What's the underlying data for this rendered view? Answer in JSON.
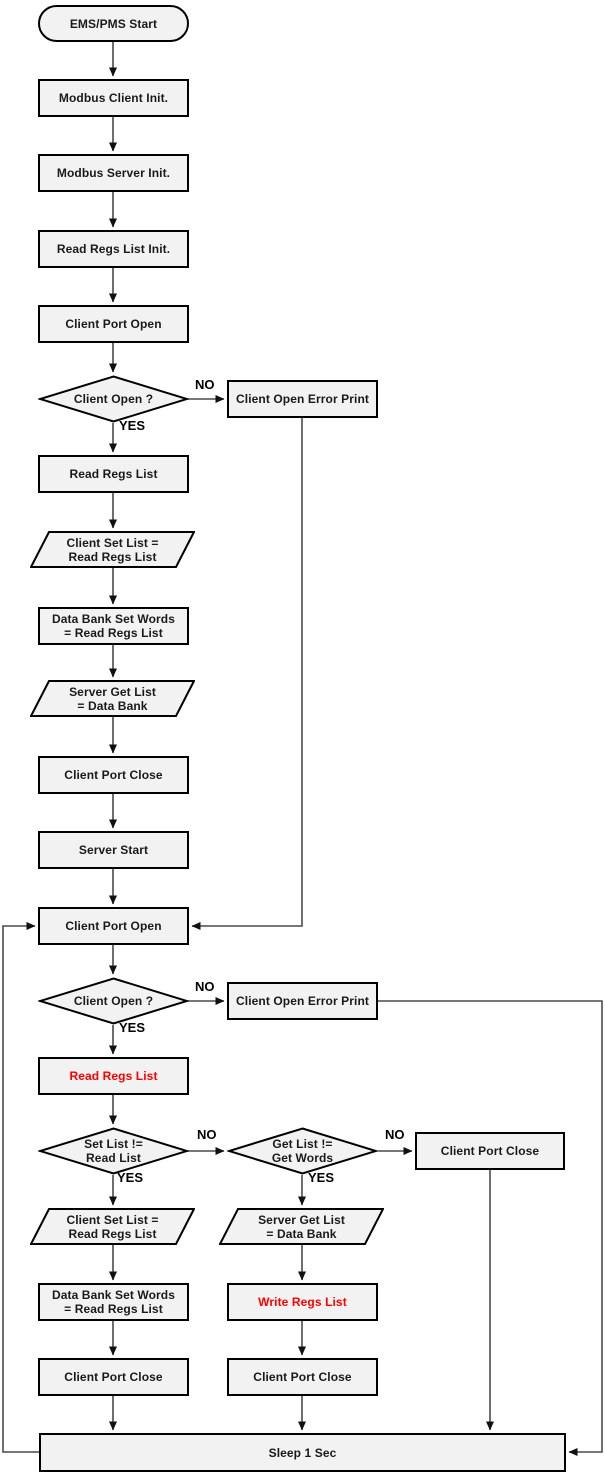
{
  "diagram": {
    "type": "flowchart",
    "colors": {
      "node_fill": "#f2f2f2",
      "node_border": "#000000",
      "text": "#000000",
      "highlight_text": "#ff0000",
      "connector": "#4a4a4a"
    },
    "labels": {
      "yes": "YES",
      "no": "NO"
    },
    "nodes": {
      "start": {
        "shape": "terminator",
        "label": "EMS/PMS Start"
      },
      "modbus_client_init": {
        "shape": "process",
        "label": "Modbus Client Init."
      },
      "modbus_server_init": {
        "shape": "process",
        "label": "Modbus Server Init."
      },
      "read_regs_list_init": {
        "shape": "process",
        "label": "Read Regs List Init."
      },
      "client_port_open_1": {
        "shape": "process",
        "label": "Client Port Open"
      },
      "client_open_q1": {
        "shape": "decision",
        "label": "Client Open ?"
      },
      "client_open_error_1": {
        "shape": "process",
        "label": "Client Open Error Print"
      },
      "read_regs_list_1": {
        "shape": "process",
        "label": "Read Regs List"
      },
      "client_set_list_1": {
        "shape": "data",
        "label": "Client Set List =\nRead Regs List"
      },
      "data_bank_set_words_1": {
        "shape": "process",
        "label": "Data Bank Set Words\n= Read Regs List"
      },
      "server_get_list_1": {
        "shape": "data",
        "label": "Server Get List\n= Data Bank"
      },
      "client_port_close_1": {
        "shape": "process",
        "label": "Client Port Close"
      },
      "server_start": {
        "shape": "process",
        "label": "Server Start"
      },
      "client_port_open_2": {
        "shape": "process",
        "label": "Client Port Open"
      },
      "client_open_q2": {
        "shape": "decision",
        "label": "Client Open ?"
      },
      "client_open_error_2": {
        "shape": "process",
        "label": "Client Open Error Print"
      },
      "read_regs_list_2": {
        "shape": "process",
        "label": "Read Regs List",
        "highlight": true
      },
      "set_list_neq": {
        "shape": "decision",
        "label": "Set List !=\nRead List"
      },
      "get_list_neq": {
        "shape": "decision",
        "label": "Get List !=\nGet Words"
      },
      "client_port_close_right": {
        "shape": "process",
        "label": "Client Port Close"
      },
      "client_set_list_2": {
        "shape": "data",
        "label": "Client Set List =\nRead Regs List"
      },
      "server_get_list_2": {
        "shape": "data",
        "label": "Server Get List\n= Data Bank"
      },
      "data_bank_set_words_2": {
        "shape": "process",
        "label": "Data Bank Set Words\n= Read Regs List"
      },
      "write_regs_list": {
        "shape": "process",
        "label": "Write Regs List",
        "highlight": true
      },
      "client_port_close_2": {
        "shape": "process",
        "label": "Client Port Close"
      },
      "client_port_close_3": {
        "shape": "process",
        "label": "Client Port Close"
      },
      "sleep": {
        "shape": "process",
        "label": "Sleep 1 Sec"
      }
    }
  }
}
